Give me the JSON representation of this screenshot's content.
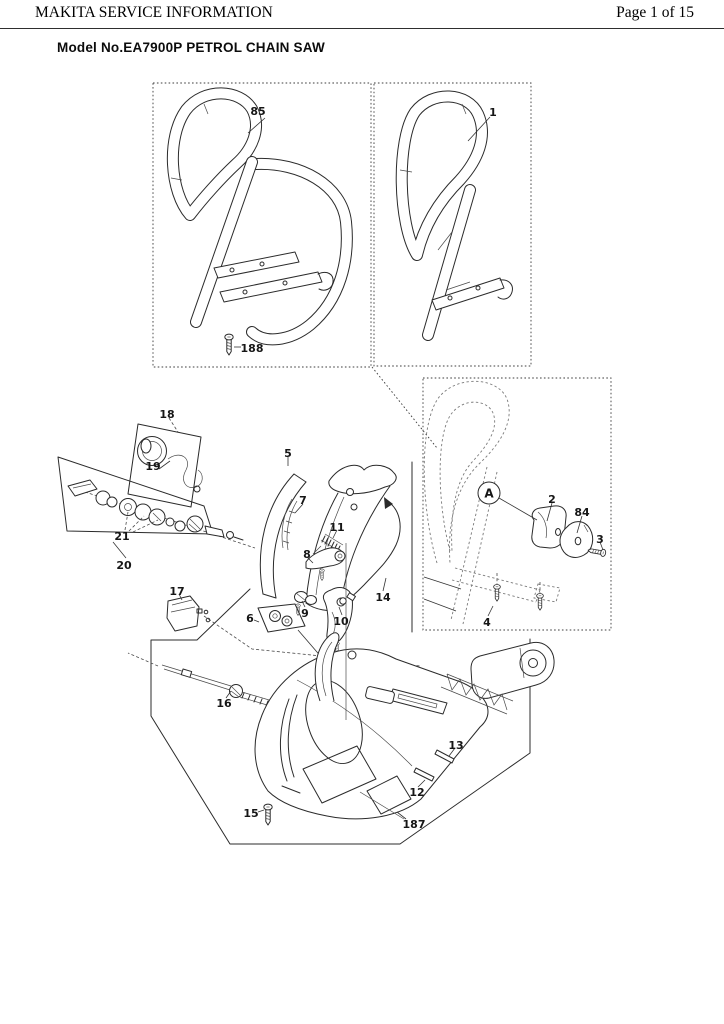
{
  "page": {
    "header": {
      "left": "MAKITA SERVICE INFORMATION",
      "right": "Page 1 of 15"
    },
    "title": "Model No.EA7900P PETROL CHAIN SAW"
  },
  "diagram": {
    "kind": "exploded-parts-view",
    "view_marker": "A",
    "part_labels": [
      "85",
      "1",
      "188",
      "18",
      "19",
      "21",
      "20",
      "5",
      "7",
      "11",
      "8",
      "14",
      "9",
      "10",
      "6",
      "17",
      "16",
      "2",
      "84",
      "3",
      "4",
      "13",
      "12",
      "15",
      "187"
    ]
  },
  "colors": {
    "ink": "#2b2b2b",
    "dashed_frame": "#3c3c3c",
    "ghost_lines": "#7a7a7a",
    "paper": "#ffffff"
  }
}
